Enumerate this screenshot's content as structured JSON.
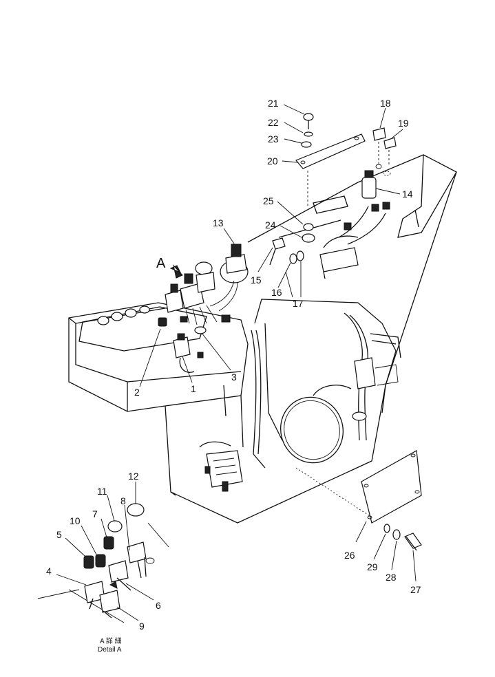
{
  "callouts": {
    "n1": "1",
    "n2": "2",
    "n3": "3",
    "n4": "4",
    "n5": "5",
    "n6": "6",
    "n7": "7",
    "n8": "8",
    "n9": "9",
    "n10": "10",
    "n11": "11",
    "n12": "12",
    "n13": "13",
    "n14": "14",
    "n15": "15",
    "n16": "16",
    "n17": "17",
    "n18": "18",
    "n19": "19",
    "n20": "20",
    "n21": "21",
    "n22": "22",
    "n23": "23",
    "n24": "24",
    "n25": "25",
    "n26": "26",
    "n27": "27",
    "n28": "28",
    "n29": "29"
  },
  "view": {
    "letter": "A",
    "detail_jp": "A 詳 細",
    "detail_en": "Detail A"
  }
}
